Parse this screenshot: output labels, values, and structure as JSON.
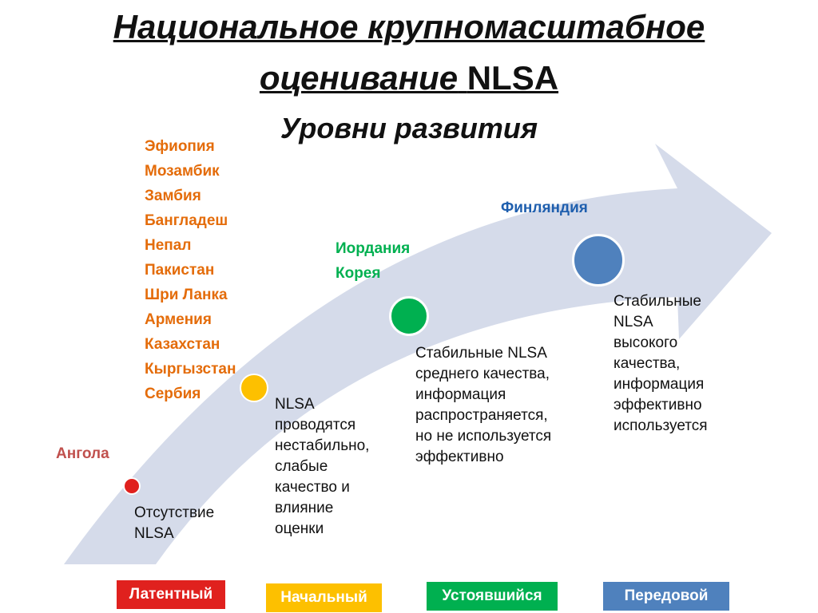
{
  "title": {
    "line1": "Национальное крупномасштабное",
    "line2_italic": "оценивание",
    "line2_rest": "NLSA",
    "line3": "Уровни развития"
  },
  "stages": [
    {
      "name": "Латентный",
      "color": "#e0211e",
      "countries": [
        "Ангола"
      ],
      "description": "Отсутствие NLSA"
    },
    {
      "name": "Начальный",
      "color": "#fdc000",
      "countries": [
        "Эфиопия",
        "Мозамбик",
        "Замбия",
        "Бангладеш",
        "Непал",
        "Пакистан",
        "Шри Ланка",
        "Армения",
        "Казахстан",
        "Кыргызстан",
        "Сербия"
      ],
      "description": "NLSA проводятся нестабильно, слабые качество и влияние оценки"
    },
    {
      "name": "Устоявшийся",
      "color": "#00b050",
      "countries": [
        "Иордания",
        "Корея"
      ],
      "description": "Стабильные NLSA среднего качества, информация распространяется, но не используется эффективно"
    },
    {
      "name": "Передовой",
      "color": "#4f81bd",
      "countries": [
        "Финляндия"
      ],
      "description": "Стабильные NLSA высокого качества, информация эффективно используется"
    }
  ],
  "country_colors": {
    "latent": "#c0504d",
    "emerging": "#e46c0a",
    "established": "#00b050",
    "advanced": "#1f5fae"
  },
  "arrow_color": "#d5dbea",
  "descriptions": {
    "latent": [
      "Отсутствие",
      "NLSA"
    ],
    "emerging": [
      "NLSA",
      "проводятся",
      "нестабильно,",
      "слабые",
      "качество и",
      "влияние",
      "оценки"
    ],
    "established": [
      "Стабильные NLSA",
      "среднего качества,",
      "информация",
      "распространяется,",
      "но не используется",
      "эффективно"
    ],
    "advanced": [
      "Стабильные",
      "NLSA",
      "высокого",
      "качества,",
      "информация",
      "эффективно",
      "используется"
    ]
  }
}
